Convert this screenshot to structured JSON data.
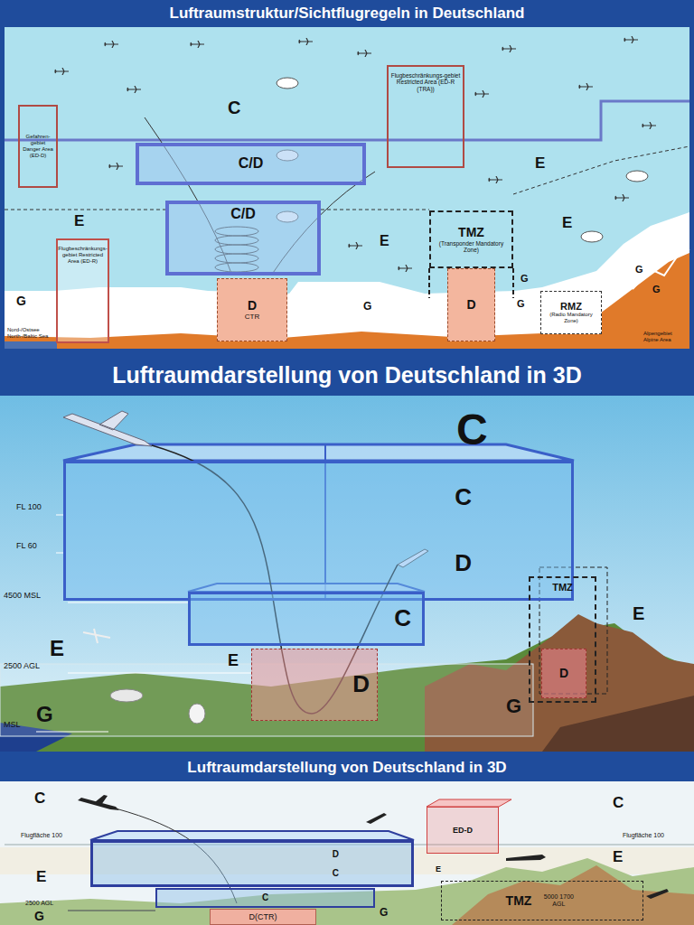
{
  "diagram": {
    "nodes": [
      {
        "text": [
          "Luftraumstruktur/Sichtflugregeln in Deutschland"
        ]
      },
      {
        "text": [
          "C/D"
        ],
        "in": 0
      },
      {
        "text": [
          "C/D"
        ],
        "in": 0
      },
      {
        "text": [
          "Gefahren-gebiet Danger Area (ED-D)"
        ],
        "in": 0
      },
      {
        "text": [
          "Flugbeschränkungs-gebiet Restricted Area (ED-R (TRA))"
        ],
        "in": 0
      },
      {
        "text": [
          "Flugbeschränkungs-gebiet Restricted Area (ED-R)"
        ],
        "in": 0
      },
      {
        "text": [
          "TMZ",
          "(Transponder Mandatory Zone)"
        ],
        "in": 0
      },
      {
        "text": [
          "D",
          "CTR"
        ],
        "in": 0
      },
      {
        "text": [
          "D"
        ],
        "in": 0
      },
      {
        "text": [
          "RMZ",
          "(Radio Mandatory Zone)"
        ],
        "in": 0
      },
      {
        "text": [
          "Luftraumdarstellung von Deutschland in 3D"
        ]
      },
      {
        "text": [
          "C",
          "D"
        ],
        "in": 10
      },
      {
        "text": [
          "C"
        ],
        "in": 10
      },
      {
        "text": [
          "D"
        ],
        "in": 10
      },
      {
        "text": [
          "TMZ"
        ],
        "in": 10
      },
      {
        "text": [
          "D"
        ],
        "in": 14
      },
      {
        "text": [
          "Luftraumdarstellung von Deutschland in 3D"
        ]
      },
      {
        "text": [
          "D",
          "C"
        ],
        "in": 16
      },
      {
        "text": [
          "C"
        ],
        "in": 16
      },
      {
        "text": [
          "D(CTR)"
        ],
        "in": 16
      },
      {
        "text": [
          "ED-D"
        ],
        "in": 16
      },
      {
        "text": [
          "TMZ",
          "5000 1700 AGL"
        ],
        "in": 16
      }
    ],
    "labels": [
      "C",
      "E",
      "E",
      "E",
      "E",
      "G",
      "G",
      "G",
      "G",
      "G",
      "G",
      "Nord-/Ostsee North-/Baltic Sea",
      "Alpengebiet Alpine Area",
      "C",
      "FL 100",
      "FL 60",
      "4500 MSL",
      "E",
      "2500 AGL",
      "E",
      "E",
      "G",
      "G",
      "MSL",
      "C",
      "C",
      "Flugfläche 100",
      "Flugfläche 100",
      "E",
      "E",
      "E",
      "2500 AGL",
      "G",
      "G"
    ]
  }
}
